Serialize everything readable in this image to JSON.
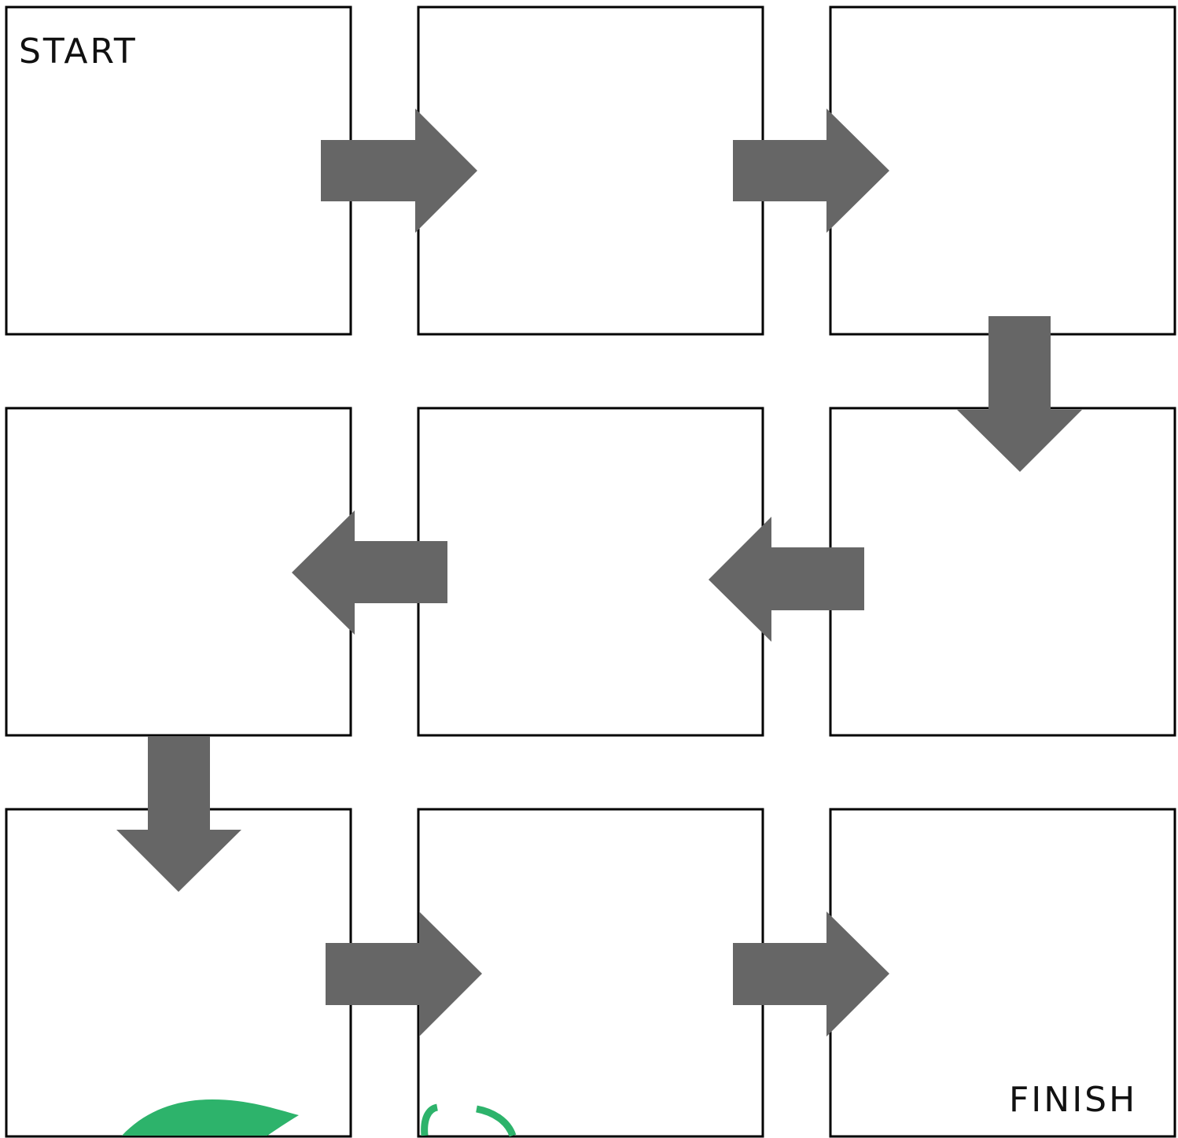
{
  "diagram": {
    "labels": {
      "start": "START",
      "finish": "FINISH"
    },
    "colors": {
      "box_fill": "#ffffff",
      "box_stroke": "#000000",
      "arrow_fill": "#666666",
      "logo_green": "#2db36b"
    },
    "grid": {
      "rows": 3,
      "cols": 3
    },
    "flow": [
      {
        "from": "row1-col1",
        "to": "row1-col2",
        "direction": "right"
      },
      {
        "from": "row1-col2",
        "to": "row1-col3",
        "direction": "right"
      },
      {
        "from": "row1-col3",
        "to": "row2-col3",
        "direction": "down"
      },
      {
        "from": "row2-col3",
        "to": "row2-col2",
        "direction": "left"
      },
      {
        "from": "row2-col2",
        "to": "row2-col1",
        "direction": "left"
      },
      {
        "from": "row2-col1",
        "to": "row3-col1",
        "direction": "down"
      },
      {
        "from": "row3-col1",
        "to": "row3-col2",
        "direction": "right"
      },
      {
        "from": "row3-col2",
        "to": "row3-col3",
        "direction": "right"
      }
    ]
  }
}
